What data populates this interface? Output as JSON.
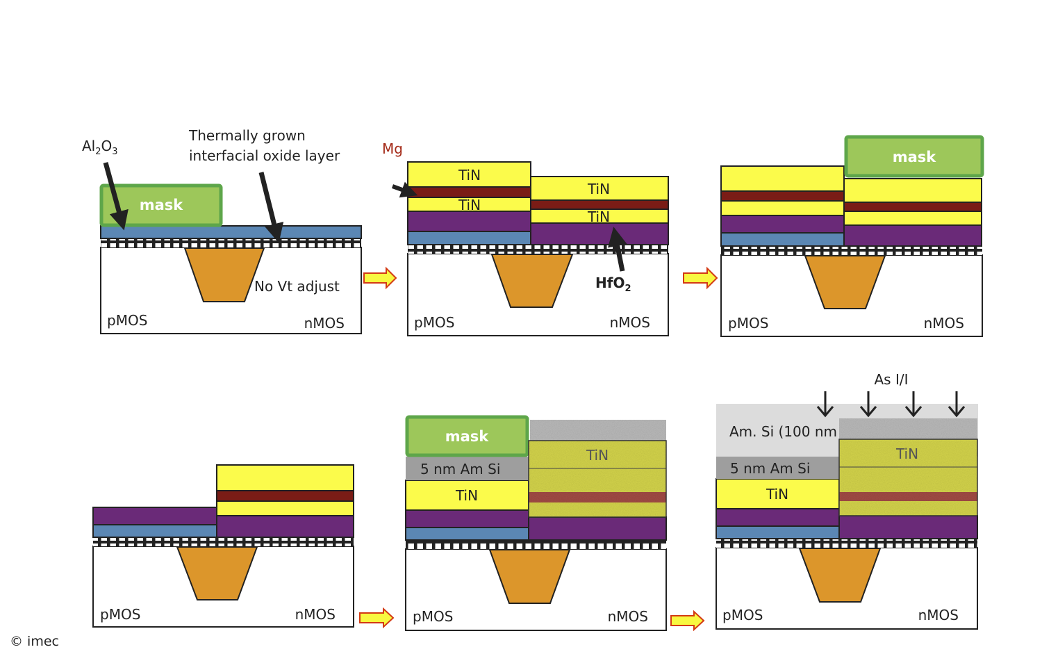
{
  "colors": {
    "mask_fill": "#9dc75a",
    "mask_border": "#5ea64a",
    "al2o3": "#5b87b4",
    "hfo2": "#6a2a78",
    "tin": "#fbfb4b",
    "mg": "#7a1c16",
    "sti": "#dc962b",
    "amsi_thin": "#9e9e9e",
    "amsi_thick": "#dcdcdc",
    "arrow_fill": "#f8f840",
    "arrow_stroke": "#d33a14",
    "outline": "#222222",
    "mg_label": "#a42a18"
  },
  "panels": [
    {
      "id": "step1",
      "labels": {
        "pmos": "pMOS",
        "nmos": "nMOS",
        "mask": "mask",
        "note": "No Vt adjust"
      },
      "annotations": {
        "al2o3": "Al",
        "al2o3_sub1": "2",
        "al2o3_mid": "O",
        "al2o3_sub2": "3",
        "oxide_line1": "Thermally grown",
        "oxide_line2": "interfacial oxide layer"
      }
    },
    {
      "id": "step2",
      "labels": {
        "pmos": "pMOS",
        "nmos": "nMOS",
        "tin_top_p": "TiN",
        "tin_bot_p": "TiN",
        "tin_top_n": "TiN",
        "tin_bot_n": "TiN"
      },
      "annotations": {
        "mg": "Mg",
        "hfo2": "HfO",
        "hfo2_sub": "2"
      }
    },
    {
      "id": "step3",
      "labels": {
        "pmos": "pMOS",
        "nmos": "nMOS",
        "mask": "mask"
      }
    },
    {
      "id": "step4",
      "labels": {
        "pmos": "pMOS",
        "nmos": "nMOS"
      }
    },
    {
      "id": "step5",
      "labels": {
        "pmos": "pMOS",
        "nmos": "nMOS",
        "mask": "mask",
        "amsi": "5 nm Am Si",
        "tin_p": "TiN",
        "tin_n": "TiN"
      }
    },
    {
      "id": "step6",
      "labels": {
        "pmos": "pMOS",
        "nmos": "nMOS",
        "amsi_thick": "Am. Si (100 nm",
        "amsi": "5 nm Am Si",
        "tin_p": "TiN",
        "tin_n": "TiN",
        "implant": "As I/I"
      }
    }
  ],
  "footer": {
    "copyright": "© imec"
  }
}
